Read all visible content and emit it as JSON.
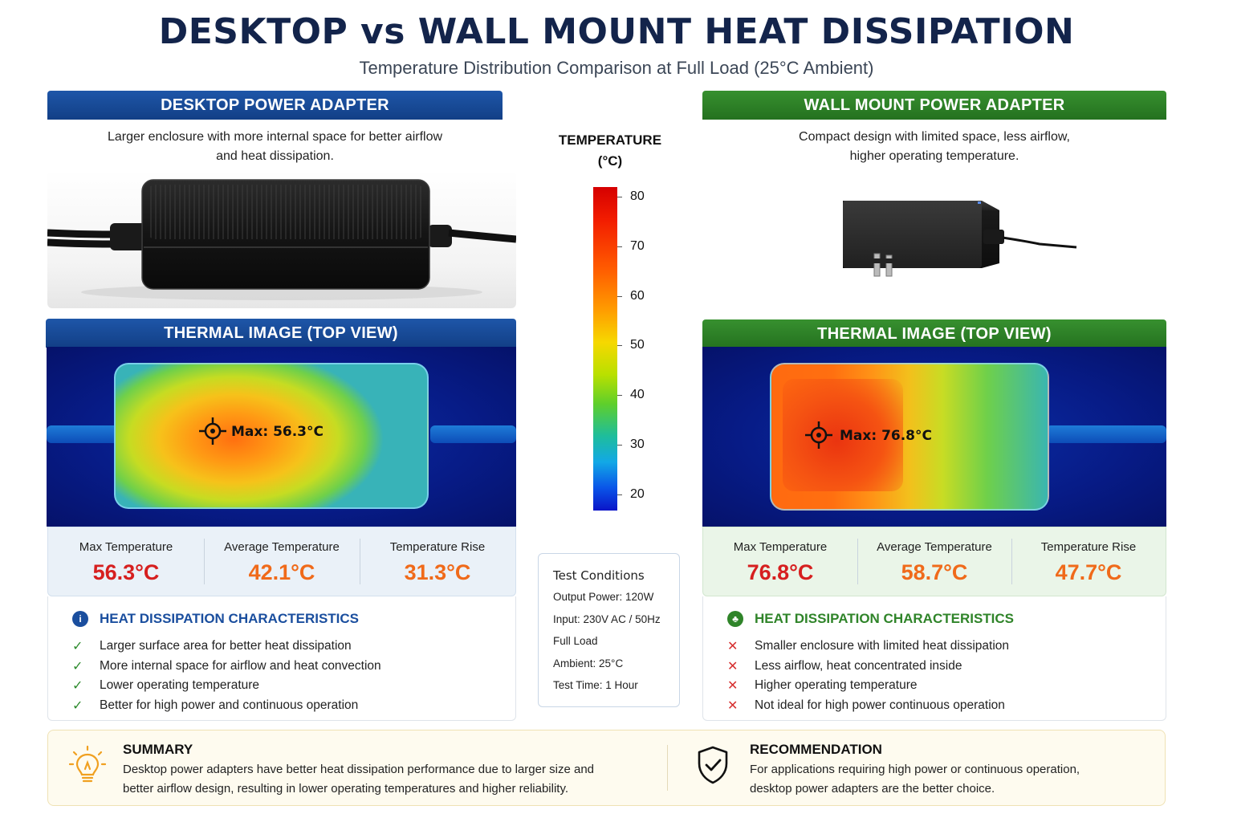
{
  "title": "DESKTOP vs WALL MOUNT HEAT DISSIPATION",
  "subtitle": "Temperature Distribution Comparison at Full Load (25°C Ambient)",
  "colors": {
    "desktop_header": "#1a4e9e",
    "wall_header": "#2f8429",
    "max_red": "#d61f1f",
    "avg_orange": "#f06a1a",
    "check_green": "#2e8b2e",
    "cross_red": "#d63030"
  },
  "desktop": {
    "header": "DESKTOP POWER ADAPTER",
    "desc_line1": "Larger enclosure with more internal space for better airflow",
    "desc_line2": "and heat dissipation.",
    "thermal_header": "THERMAL IMAGE (TOP VIEW)",
    "max_label": "Max: 56.3°C",
    "stats": [
      {
        "label": "Max Temperature",
        "value": "56.3°C"
      },
      {
        "label": "Average Temperature",
        "value": "42.1°C"
      },
      {
        "label": "Temperature Rise",
        "value": "31.3°C"
      }
    ],
    "char_icon": "info-icon",
    "char_title": "HEAT DISSIPATION CHARACTERISTICS",
    "char_items": [
      "Larger surface area for better heat dissipation",
      "More internal space for airflow and heat convection",
      "Lower operating temperature",
      "Better for high power and continuous operation"
    ]
  },
  "wall": {
    "header": "WALL MOUNT POWER ADAPTER",
    "desc_line1": "Compact design with limited space, less airflow,",
    "desc_line2": "higher operating temperature.",
    "thermal_header": "THERMAL IMAGE (TOP VIEW)",
    "max_label": "Max: 76.8°C",
    "stats": [
      {
        "label": "Max Temperature",
        "value": "76.8°C"
      },
      {
        "label": "Average Temperature",
        "value": "58.7°C"
      },
      {
        "label": "Temperature Rise",
        "value": "47.7°C"
      }
    ],
    "char_icon": "leaf-icon",
    "char_title": "HEAT DISSIPATION CHARACTERISTICS",
    "char_items": [
      "Smaller enclosure with limited heat dissipation",
      "Less airflow, heat concentrated inside",
      "Higher operating temperature",
      "Not ideal for high power continuous operation"
    ]
  },
  "scale": {
    "title_line1": "TEMPERATURE",
    "title_line2": "(°C)",
    "ticks": [
      "80",
      "70",
      "60",
      "50",
      "40",
      "30",
      "20"
    ]
  },
  "test_conditions": {
    "title": "Test Conditions",
    "items": [
      "Output Power: 120W",
      "Input: 230V AC / 50Hz",
      "Full Load",
      "Ambient: 25°C",
      "Test Time: 1 Hour"
    ]
  },
  "summary": {
    "icon": "lightbulb-icon",
    "title": "SUMMARY",
    "line1": "Desktop power adapters have better heat dissipation performance due to larger size and",
    "line2": "better airflow design, resulting in lower operating temperatures and higher reliability."
  },
  "recommendation": {
    "icon": "shield-check-icon",
    "title": "RECOMMENDATION",
    "line1": "For applications requiring high power or continuous operation,",
    "line2": "desktop power adapters are the better choice."
  }
}
